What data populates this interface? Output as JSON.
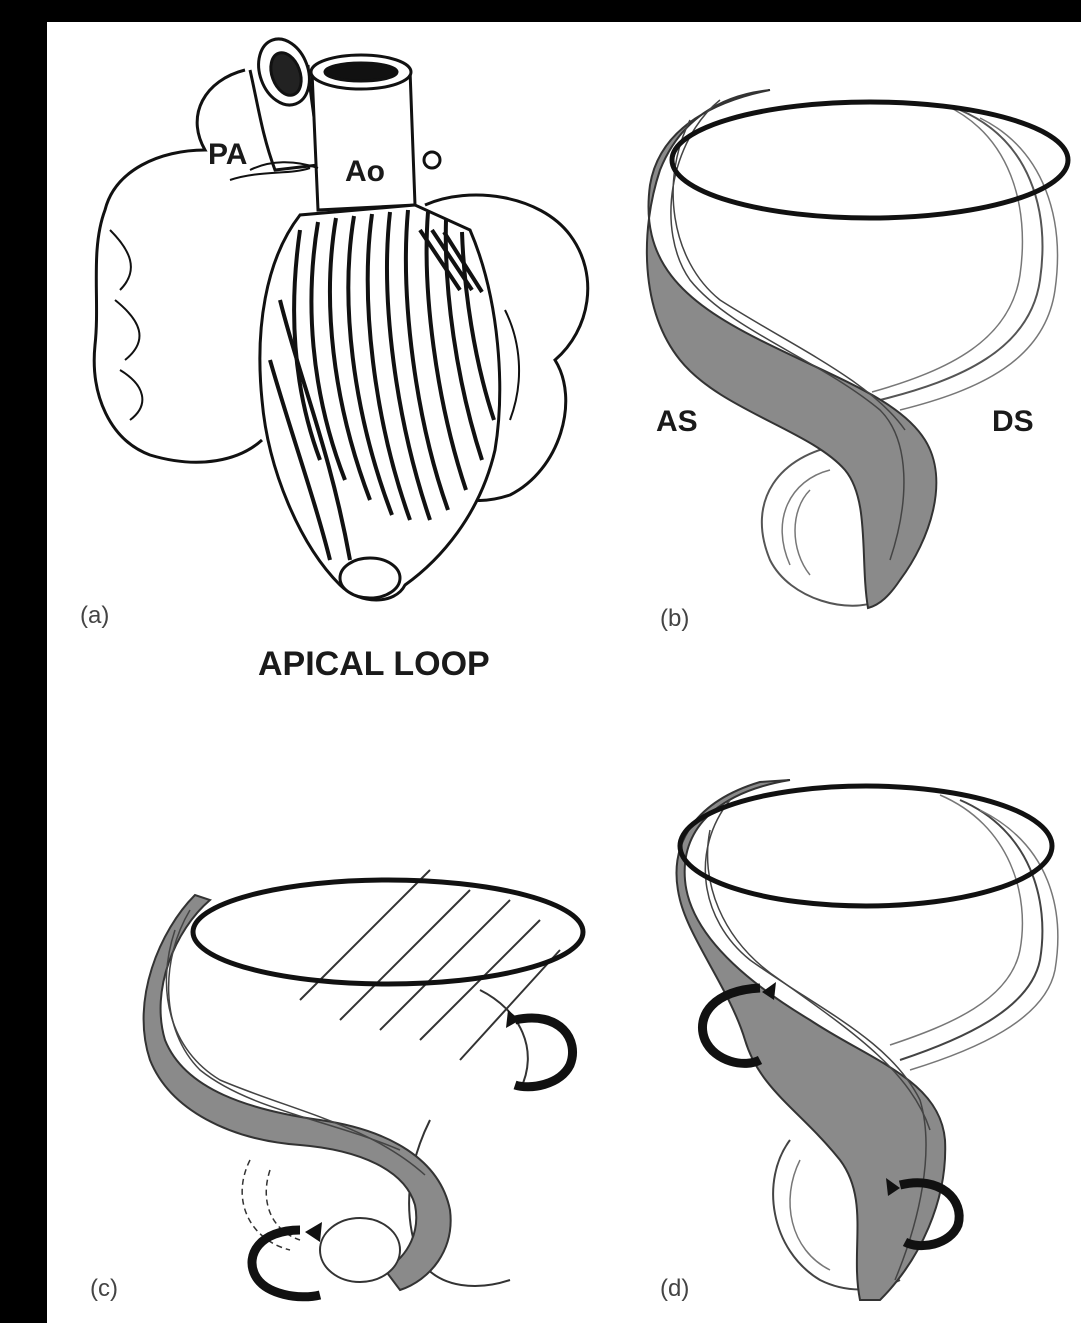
{
  "figure": {
    "panel_a": {
      "label": "(a)",
      "pa": "PA",
      "ao": "Ao",
      "caption": "APICAL LOOP"
    },
    "panel_b": {
      "label": "(b)",
      "as": "AS",
      "ds": "DS"
    },
    "panel_c": {
      "label": "(c)"
    },
    "panel_d": {
      "label": "(d)"
    }
  },
  "colors": {
    "band": "#8a8a8a",
    "outline": "#111111",
    "background": "#000000",
    "paper": "#ffffff"
  }
}
